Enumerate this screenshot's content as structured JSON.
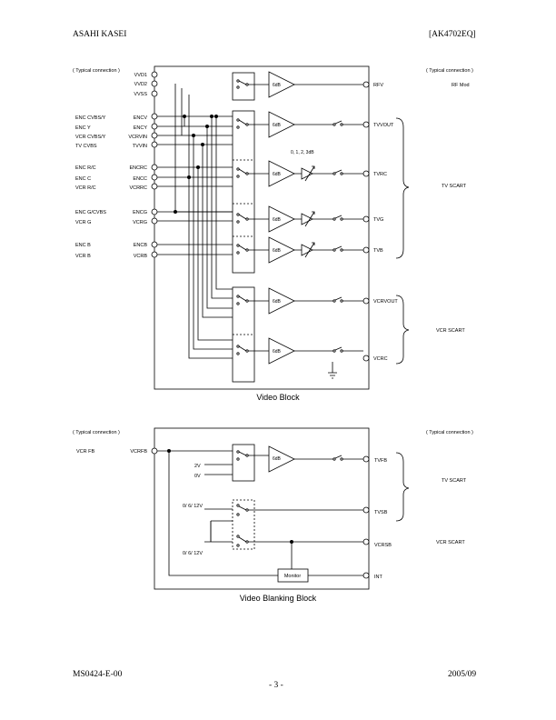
{
  "header": {
    "company": "ASAHI KASEI",
    "part_number": "[AK4702EQ]"
  },
  "footer": {
    "doc_id": "MS0424-E-00",
    "date": "2005/09",
    "page": "- 3 -"
  },
  "video_block": {
    "title": "Video Block",
    "typical_connection_left": "( Typical connection )",
    "typical_connection_right": "( Typical connection )",
    "power_pins": [
      "VVD1",
      "VVD2",
      "VVSS"
    ],
    "left_connections": [
      {
        "signal": "ENC CVBS/Y",
        "pin": "ENCV"
      },
      {
        "signal": "ENC Y",
        "pin": "ENCY"
      },
      {
        "signal": "VCR CVBS/Y",
        "pin": "VCRVIN"
      },
      {
        "signal": "TV CVBS",
        "pin": "TVVIN"
      },
      {
        "signal": "ENC R/C",
        "pin": "ENCRC"
      },
      {
        "signal": "ENC C",
        "pin": "ENCC"
      },
      {
        "signal": "VCR R/C",
        "pin": "VCRRC"
      },
      {
        "signal": "ENC G/CVBS",
        "pin": "ENCG"
      },
      {
        "signal": "VCR G",
        "pin": "VCRG"
      },
      {
        "signal": "ENC B",
        "pin": "ENCB"
      },
      {
        "signal": "VCR B",
        "pin": "VCRB"
      }
    ],
    "gain_label": "6dB",
    "trim_label": "0, 1, 2, 3dB",
    "outputs": [
      "RFV",
      "TVVOUT",
      "TVRC",
      "TVG",
      "TVB",
      "VCRVOUT",
      "VCRC"
    ],
    "right_labels": {
      "rf": "RF Mod",
      "tv": "TV  SCART",
      "vcr": "VCR  SCART"
    }
  },
  "blanking_block": {
    "title": "Video Blanking Block",
    "typical_connection_left": "( Typical connection )",
    "typical_connection_right": "( Typical connection )",
    "left_signal": "VCR FB",
    "left_pin": "VCRFB",
    "ref_2v": "2V",
    "ref_0v": "0V",
    "level_top": "0/ 6/ 12V",
    "level_bottom": "0/ 6/ 12V",
    "gain_label": "6dB",
    "monitor": "Monitor",
    "outputs": [
      "TVFB",
      "TVSB",
      "VCRSB",
      "INT"
    ],
    "right_labels": {
      "tv": "TV  SCART",
      "vcr": "VCR  SCART"
    }
  }
}
